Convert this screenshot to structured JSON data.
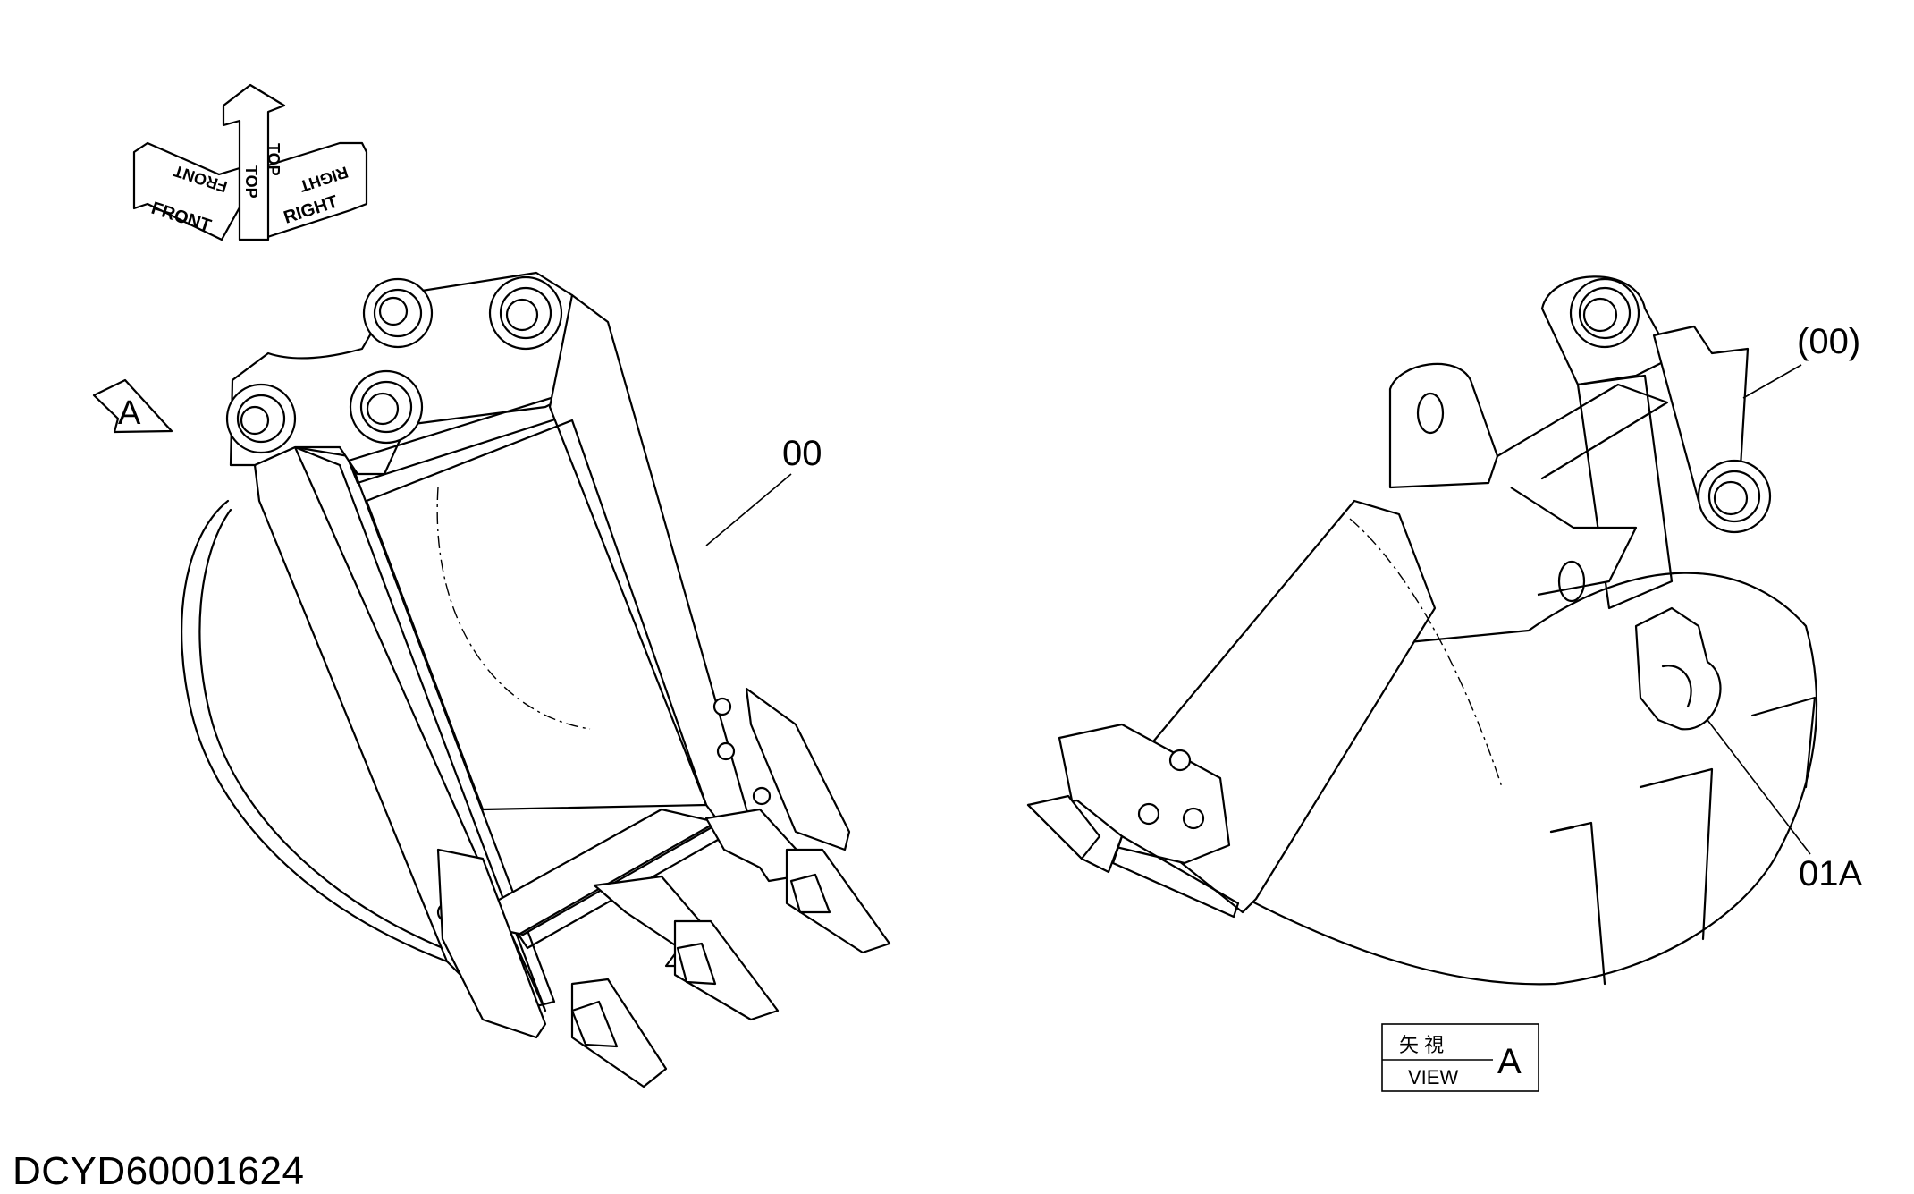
{
  "labels": {
    "part_00": "00",
    "part_00_ref": "(00)",
    "part_01a": "01A",
    "view_marker": "A",
    "view_box_jp": "矢 視",
    "view_box_en": "VIEW",
    "view_box_letter": "A"
  },
  "orientation": {
    "front": "FRONT",
    "top": "TOP",
    "right": "RIGHT"
  },
  "drawing_id": "DCYD60001624"
}
